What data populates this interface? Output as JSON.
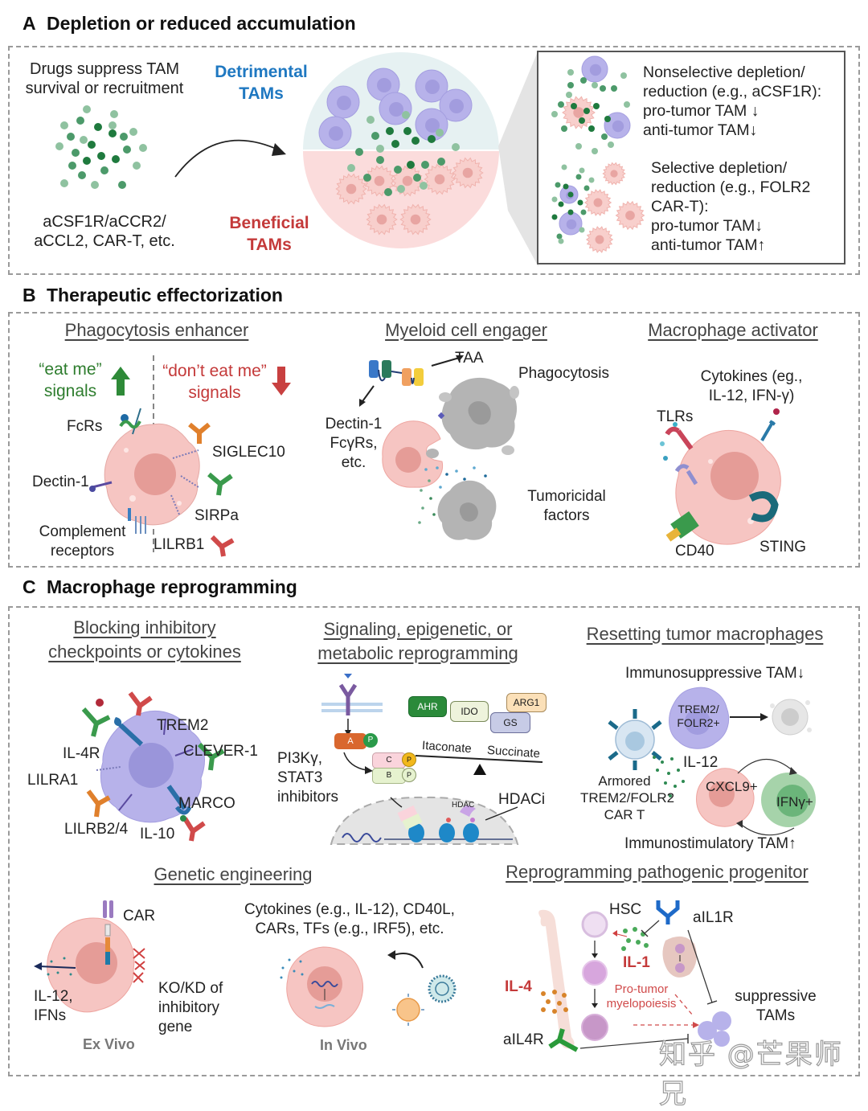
{
  "sections": {
    "a": {
      "letter": "A",
      "title": "Depletion or reduced accumulation",
      "drugs_caption": [
        "Drugs suppress TAM",
        "survival or recruitment"
      ],
      "drugs_examples": [
        "aCSF1R/aCCR2/",
        "aCCL2, CAR-T, etc."
      ],
      "detrimental": [
        "Detrimental",
        "TAMs"
      ],
      "beneficial": [
        "Beneficial",
        "TAMs"
      ],
      "nonselective": [
        "Nonselective depletion/",
        "reduction (e.g., aCSF1R):",
        "pro-tumor TAM ↓",
        "anti-tumor TAM↓"
      ],
      "selective": [
        "Selective depletion/",
        "reduction (e.g., FOLR2",
        "CAR-T):",
        "pro-tumor TAM↓",
        "anti-tumor TAM↑"
      ]
    },
    "b": {
      "letter": "B",
      "title": "Therapeutic effectorization",
      "phago": {
        "title": "Phagocytosis enhancer",
        "eat_me": [
          "“eat me”",
          "signals"
        ],
        "dont_eat_me": [
          "“don’t eat me”",
          "signals"
        ],
        "labels": {
          "fcrs": "FcRs",
          "dectin": "Dectin-1",
          "complement": [
            "Complement",
            "receptors"
          ],
          "siglec10": "SIGLEC10",
          "sirpa": "SIRPa",
          "lilrb1": "LILRB1"
        }
      },
      "engager": {
        "title": "Myeloid cell engager",
        "taa": "TAA",
        "phagocytosis": "Phagocytosis",
        "receptors": [
          "Dectin-1",
          "FcγRs,",
          "etc."
        ],
        "tumoricidal": [
          "Tumoricidal",
          "factors"
        ]
      },
      "activator": {
        "title": "Macrophage activator",
        "cytokines": [
          "Cytokines (eg.,",
          "IL-12, IFN-γ)"
        ],
        "tlrs": "TLRs",
        "cd40": "CD40",
        "sting": "STING"
      }
    },
    "c": {
      "letter": "C",
      "title": "Macrophage reprogramming",
      "blocking": {
        "title": [
          "Blocking inhibitory",
          "checkpoints or cytokines"
        ],
        "labels": {
          "trem2": "TREM2",
          "il4r": "IL-4R",
          "clever1": "CLEVER-1",
          "lilra1": "LILRA1",
          "marco": "MARCO",
          "lilrb24": "LILRB2/4",
          "il10": "IL-10"
        }
      },
      "signaling": {
        "title": [
          "Signaling, epigenetic, or",
          "metabolic reprogramming"
        ],
        "inhibitors": [
          "PI3Kγ,",
          "STAT3",
          "inhibitors"
        ],
        "kinase_a": "A",
        "kinase_b": "B",
        "kinase_c": "C",
        "phospho": "P",
        "enzymes": [
          "AHR",
          "IDO",
          "ARG1",
          "GS"
        ],
        "itaconate": "Itaconate",
        "succinate": "Succinate",
        "hdac": "HDAC",
        "hdaci": "HDACi"
      },
      "resetting": {
        "title": "Resetting tumor macrophages",
        "immunosuppressive": "Immunosuppressive TAM↓",
        "trem2_folr2": [
          "TREM2/",
          "FOLR2+"
        ],
        "il12": "IL-12",
        "car_t": [
          "Armored",
          "TREM2/FOLR2",
          "CAR T"
        ],
        "cxcl9": "CXCL9+",
        "ifng": "IFNγ+",
        "immunostimulatory": "Immunostimulatory TAM↑"
      },
      "genetic": {
        "title": "Genetic engineering",
        "car": "CAR",
        "il12_ifns": [
          "IL-12,",
          "IFNs"
        ],
        "ko_kd": [
          "KO/KD of",
          "inhibitory",
          "gene"
        ],
        "ex_vivo": "Ex Vivo",
        "in_vivo_payload": [
          "Cytokines (e.g., IL-12), CD40L,",
          "CARs, TFs (e.g., IRF5), etc."
        ],
        "in_vivo": "In Vivo"
      },
      "progenitor": {
        "title": "Reprogramming pathogenic progenitor",
        "hsc": "HSC",
        "ail1r": "aIL1R",
        "il1": "IL-1",
        "il4": "IL-4",
        "pro_tumor": [
          "Pro-tumor",
          "myelopoiesis"
        ],
        "suppressive": [
          "suppressive",
          "TAMs"
        ],
        "ail4r": "aIL4R"
      }
    }
  },
  "watermark": "知乎 @芒果师兄",
  "colors": {
    "detrimental_blue": "#1f78c1",
    "beneficial_red": "#c43a3a",
    "eat_me_green": "#2e7d2e",
    "macrophage_pink": "#f6c5c2",
    "tam_purple": "#b7b2ea",
    "drug_green": "#2f8a52"
  }
}
